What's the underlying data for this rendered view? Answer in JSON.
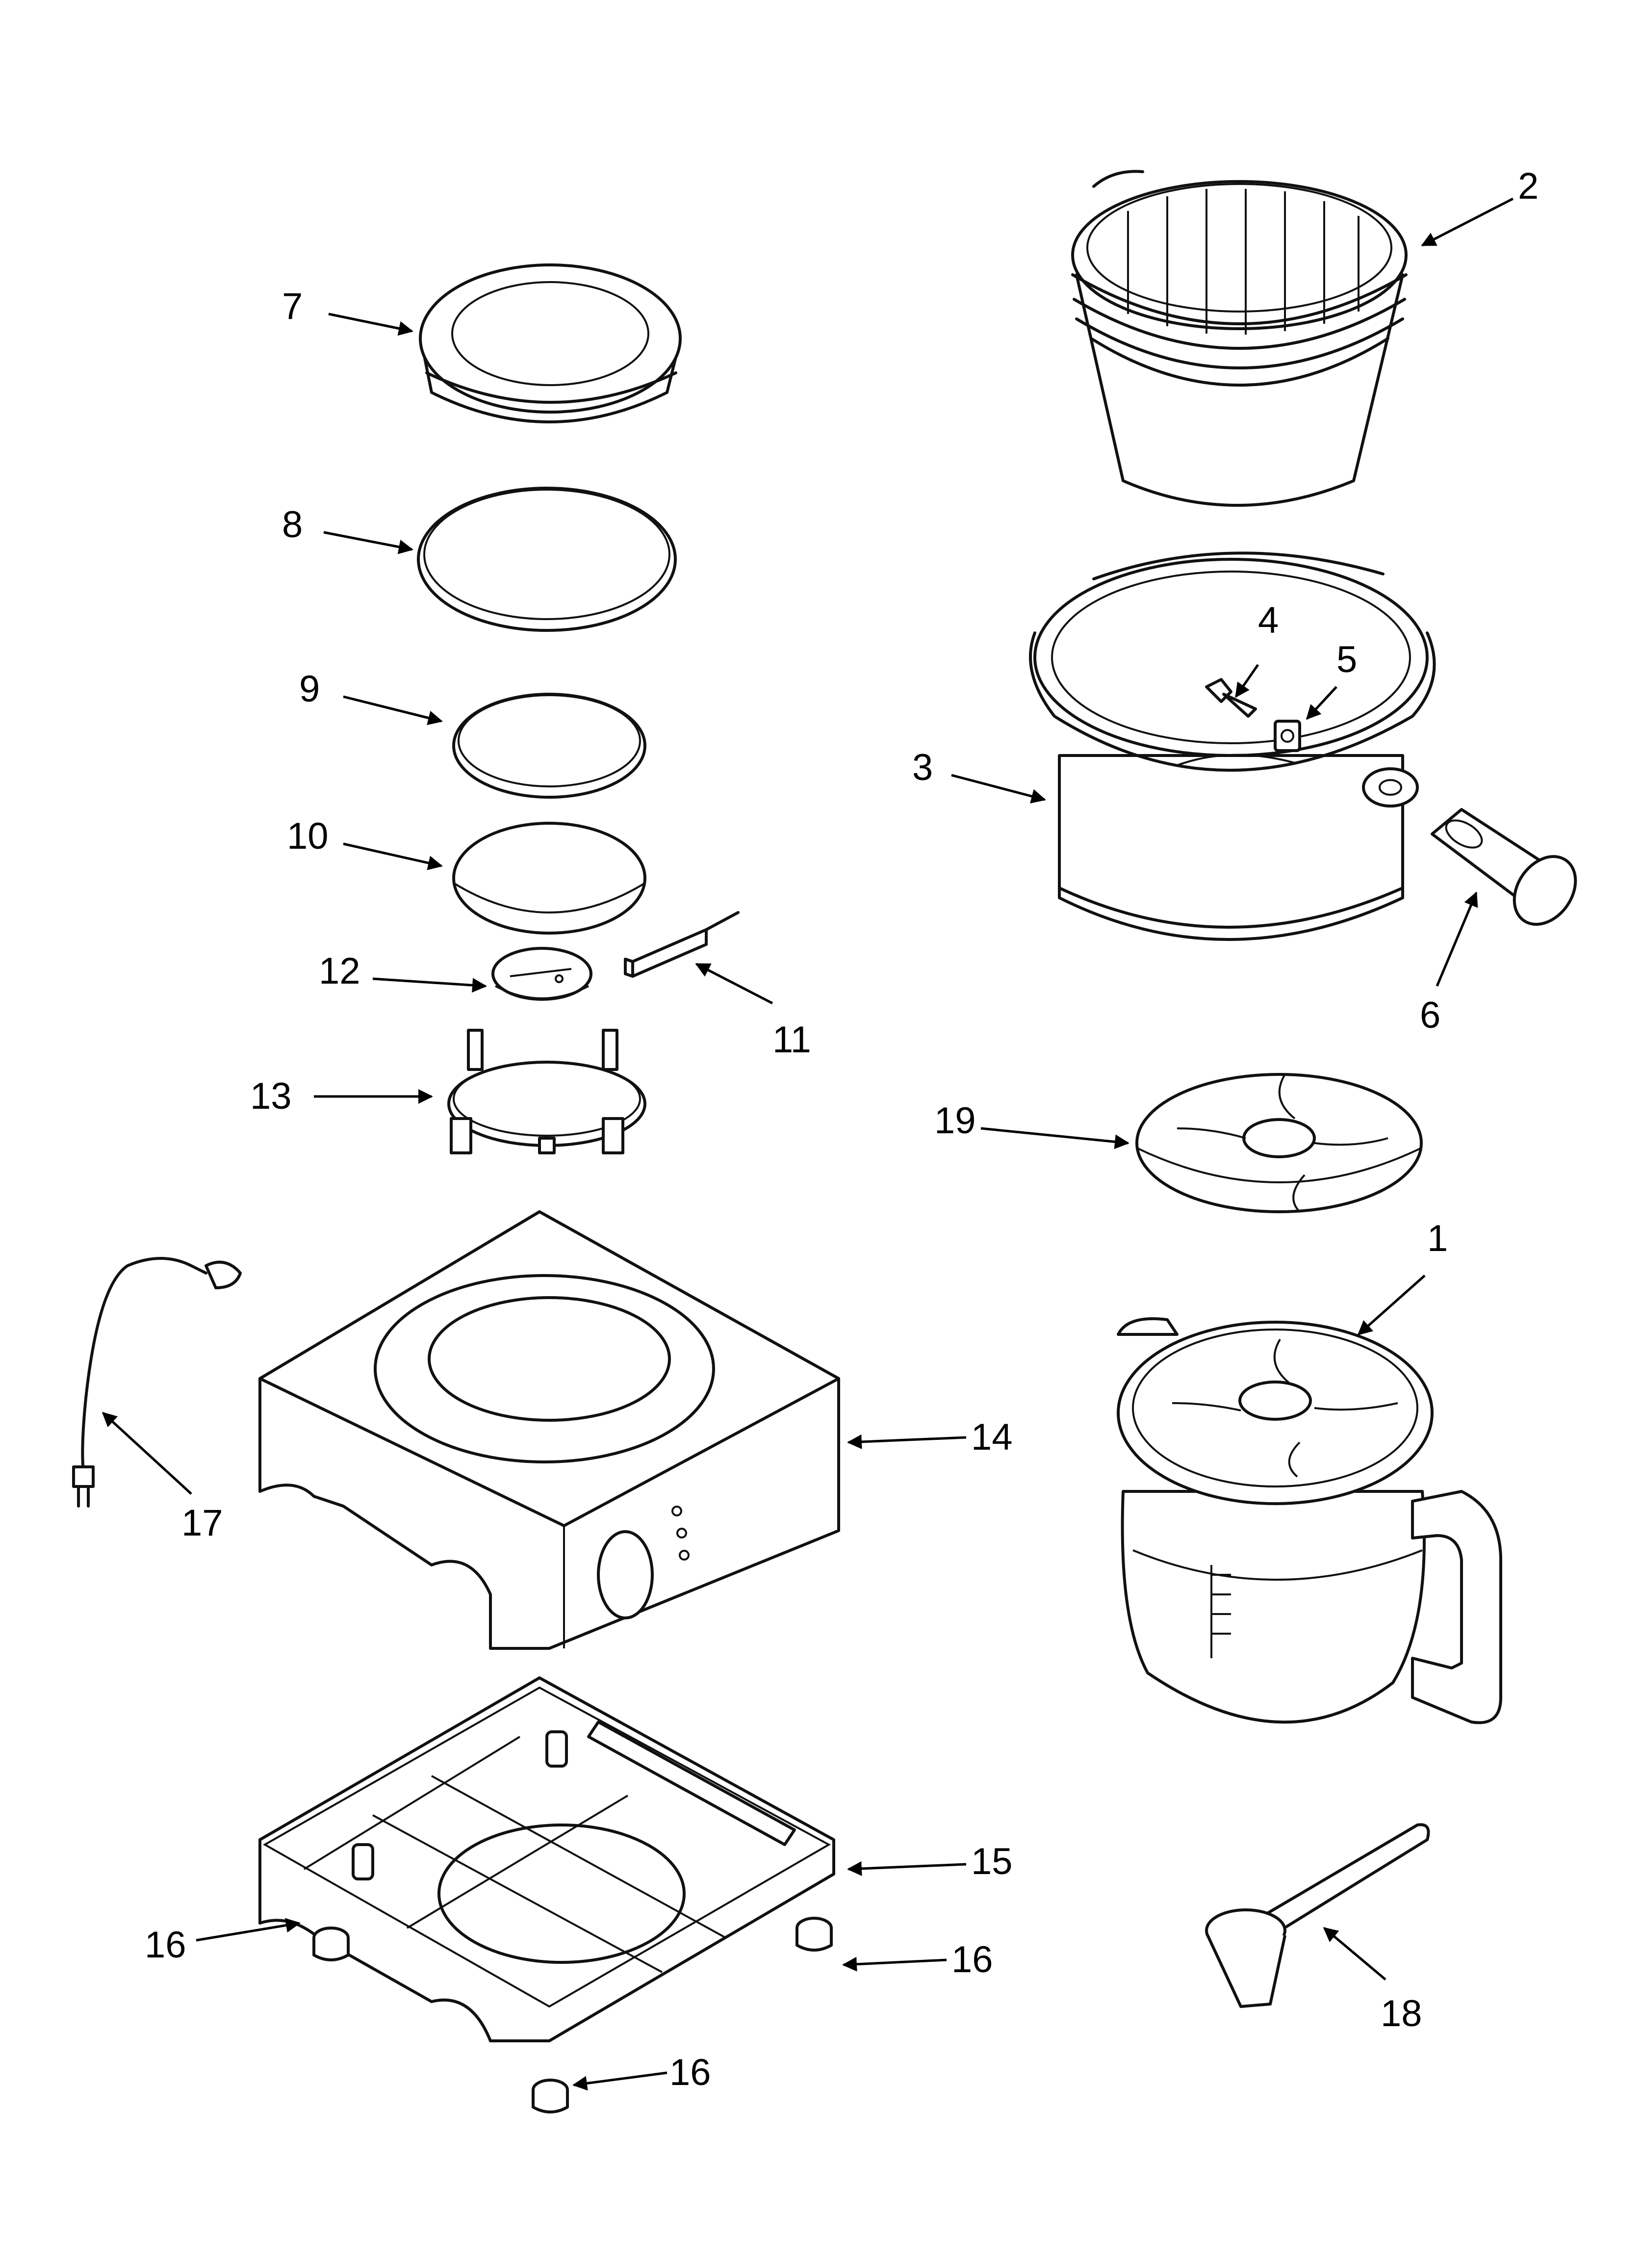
{
  "diagram": {
    "callouts": [
      {
        "id": "1",
        "text": "1"
      },
      {
        "id": "2",
        "text": "2"
      },
      {
        "id": "3",
        "text": "3"
      },
      {
        "id": "4",
        "text": "4"
      },
      {
        "id": "5",
        "text": "5"
      },
      {
        "id": "6",
        "text": "6"
      },
      {
        "id": "7",
        "text": "7"
      },
      {
        "id": "8",
        "text": "8"
      },
      {
        "id": "9",
        "text": "9"
      },
      {
        "id": "10",
        "text": "10"
      },
      {
        "id": "11",
        "text": "11"
      },
      {
        "id": "12",
        "text": "12"
      },
      {
        "id": "13",
        "text": "13"
      },
      {
        "id": "14",
        "text": "14"
      },
      {
        "id": "15",
        "text": "15"
      },
      {
        "id": "16a",
        "text": "16"
      },
      {
        "id": "16b",
        "text": "16"
      },
      {
        "id": "16c",
        "text": "16"
      },
      {
        "id": "17",
        "text": "17"
      },
      {
        "id": "18",
        "text": "18"
      },
      {
        "id": "19",
        "text": "19"
      }
    ]
  }
}
